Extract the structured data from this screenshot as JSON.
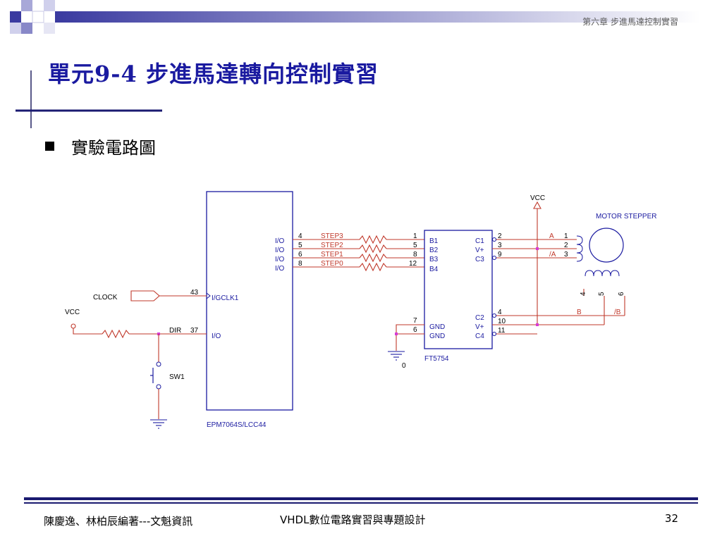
{
  "header": {
    "chapter": "第六章 步進馬達控制實習"
  },
  "title": "單元9-4 步進馬達轉向控制實習",
  "bullet": "實驗電路圖",
  "circuit": {
    "cpld": {
      "name": "EPM7064S/LCC44",
      "io_labels": [
        "I/O",
        "I/O",
        "I/O",
        "I/O"
      ],
      "clk_label": "I/GCLK1",
      "io2_label": "I/O",
      "pins": [
        "4",
        "5",
        "6",
        "8"
      ],
      "clk_pin": "43",
      "dir_pin": "37"
    },
    "steps": [
      "STEP3",
      "STEP2",
      "STEP1",
      "STEP0"
    ],
    "clock_label": "CLOCK",
    "dir_label": "DIR",
    "vcc_left": "VCC",
    "vcc_top": "VCC",
    "switch": "SW1",
    "ground_zero": "0",
    "driver": {
      "name": "FT5754",
      "in_pins": [
        "1",
        "5",
        "8",
        "12"
      ],
      "in_labels": [
        "B1",
        "B2",
        "B3",
        "B4"
      ],
      "out_labels_top": [
        "C1",
        "V+",
        "C3"
      ],
      "out_pins_top": [
        "2",
        "3",
        "9"
      ],
      "gnd_pins": [
        "7",
        "6"
      ],
      "gnd_labels": [
        "GND",
        "GND"
      ],
      "out_labels_bot": [
        "C2",
        "V+",
        "C4"
      ],
      "out_pins_bot": [
        "4",
        "10",
        "11"
      ]
    },
    "motor": {
      "name": "MOTOR STEPPER",
      "top_pins": [
        "1",
        "2",
        "3"
      ],
      "bottom_pins": [
        "4",
        "5",
        "6"
      ],
      "phase_a": "A",
      "phase_a_bar": "/A",
      "phase_b": "B",
      "phase_b_bar": "/B"
    }
  },
  "footer": {
    "authors": "陳慶逸、林柏辰編著---文魁資訊",
    "book": "VHDL數位電路實習與專題設計",
    "page": "32"
  },
  "colors": {
    "title": "#1a1aa0",
    "wire": "#c0392b",
    "schematic": "#1a1aa0",
    "junction": "#d63bd6",
    "accent_blue": "#3a3aa0"
  }
}
